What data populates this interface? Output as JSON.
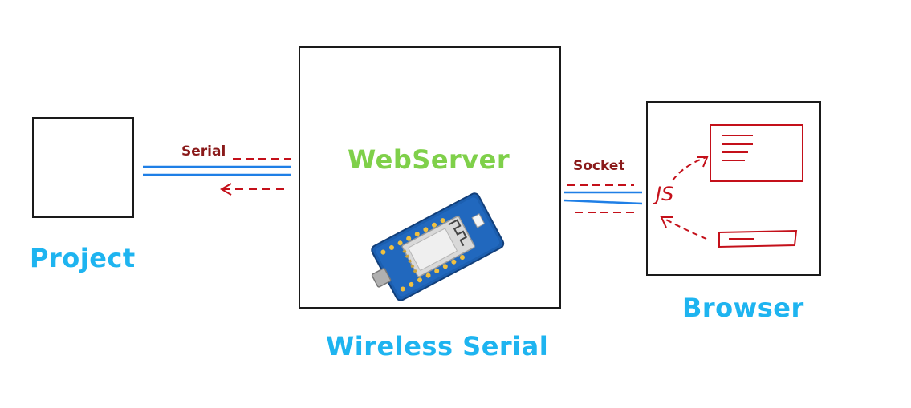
{
  "labels": {
    "project": "Project",
    "wireless_serial": "Wireless Serial",
    "browser": "Browser",
    "webserver": "WebServer",
    "serial": "Serial",
    "socket": "Socket",
    "js": "JS"
  },
  "colors": {
    "title_blue": "#1eb4f0",
    "webserver_green": "#7fd04a",
    "sketch_red": "#c4101a",
    "connection_blue": "#1f7fe6",
    "label_darkred": "#8a1a1a",
    "board_blue": "#1c5fb0",
    "box_border": "#1a1a1a"
  },
  "icons": {
    "board": "esp8266-d1-mini-board",
    "js_logic": "js-hand-lettered",
    "page_window": "browser-content-sketch",
    "input_field": "input-field-sketch"
  }
}
